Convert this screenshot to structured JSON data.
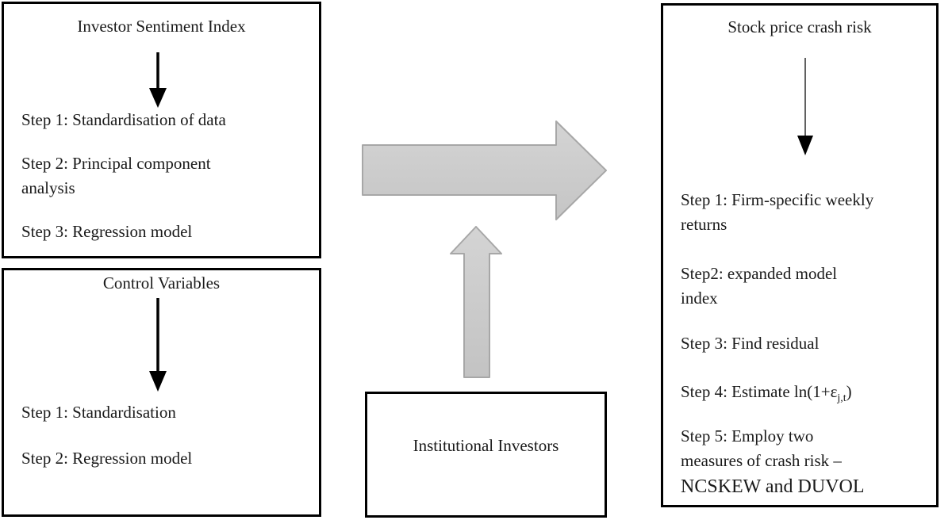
{
  "sentiment_box": {
    "title": "Investor Sentiment Index",
    "step1": "Step 1: Standardisation of data",
    "step2_line1": "Step 2: Principal component",
    "step2_line2": "analysis",
    "step3": "Step 3: Regression model"
  },
  "control_box": {
    "title": "Control Variables",
    "step1": "Step 1: Standardisation",
    "step2": "Step 2: Regression model"
  },
  "crash_box": {
    "title": "Stock price crash risk",
    "step1_line1": "Step 1: Firm-specific weekly",
    "step1_line2": "returns",
    "step2_line1": "Step2: expanded model",
    "step2_line2": "index",
    "step3": "Step 3: Find residual",
    "step4_prefix": "Step 4: Estimate ln(1+ε",
    "step4_subscript": "j,t",
    "step4_suffix": ")",
    "step5_line1": "Step 5: Employ two",
    "step5_line2": "measures of crash risk –",
    "step5_line3": "NCSKEW and DUVOL"
  },
  "institutional_box": {
    "label": "Institutional Investors"
  },
  "colors": {
    "box_border": "#000000",
    "text": "#1a1a1a",
    "block_arrow_fill_top": "#d4d4d4",
    "block_arrow_fill_bottom": "#c5c5c5",
    "block_arrow_border": "#a7a7a7",
    "down_arrow": "#000000"
  }
}
